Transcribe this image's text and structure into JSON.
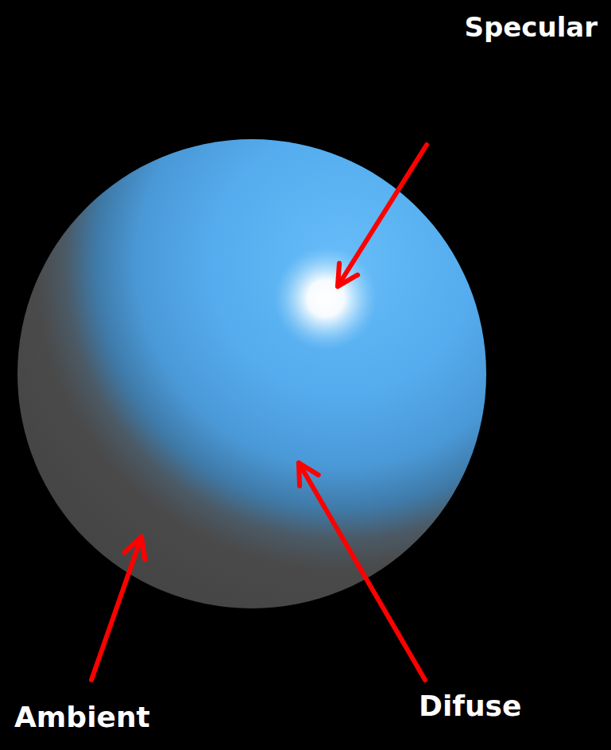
{
  "diagram": {
    "labels": [
      "Specular",
      "Ambient",
      "Difuse"
    ]
  }
}
